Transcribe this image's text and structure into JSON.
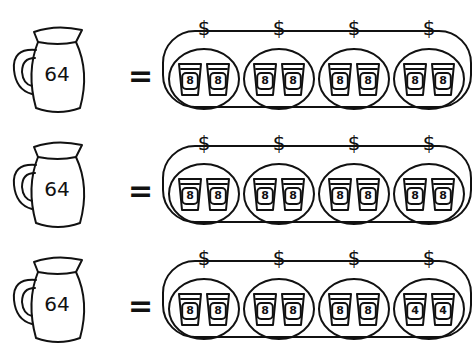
{
  "diagram": {
    "nodes": [
      {
        "text": [
          "64"
        ]
      },
      {
        "text": [
          "$"
        ]
      },
      {
        "text": [
          "8"
        ],
        "in": 1
      },
      {
        "text": [
          "8"
        ],
        "in": 1
      },
      {
        "text": [
          "$"
        ]
      },
      {
        "text": [
          "8"
        ],
        "in": 4
      },
      {
        "text": [
          "8"
        ],
        "in": 4
      },
      {
        "text": [
          "$"
        ]
      },
      {
        "text": [
          "8"
        ],
        "in": 7
      },
      {
        "text": [
          "8"
        ],
        "in": 7
      },
      {
        "text": [
          "$"
        ]
      },
      {
        "text": [
          "8"
        ],
        "in": 10
      },
      {
        "text": [
          "8"
        ],
        "in": 10
      },
      {
        "text": [
          "64"
        ]
      },
      {
        "text": [
          "$"
        ]
      },
      {
        "text": [
          "8"
        ],
        "in": 14
      },
      {
        "text": [
          "8"
        ],
        "in": 14
      },
      {
        "text": [
          "$"
        ]
      },
      {
        "text": [
          "8"
        ],
        "in": 17
      },
      {
        "text": [
          "8"
        ],
        "in": 17
      },
      {
        "text": [
          "$"
        ]
      },
      {
        "text": [
          "8"
        ],
        "in": 20
      },
      {
        "text": [
          "8"
        ],
        "in": 20
      },
      {
        "text": [
          "$"
        ]
      },
      {
        "text": [
          "8"
        ],
        "in": 23
      },
      {
        "text": [
          "8"
        ],
        "in": 23
      },
      {
        "text": [
          "64"
        ]
      },
      {
        "text": [
          "$"
        ]
      },
      {
        "text": [
          "8"
        ],
        "in": 27
      },
      {
        "text": [
          "8"
        ],
        "in": 27
      },
      {
        "text": [
          "$"
        ]
      },
      {
        "text": [
          "8"
        ],
        "in": 30
      },
      {
        "text": [
          "8"
        ],
        "in": 30
      },
      {
        "text": [
          "$"
        ]
      },
      {
        "text": [
          "8"
        ],
        "in": 33
      },
      {
        "text": [
          "8"
        ],
        "in": 33
      },
      {
        "text": [
          "$"
        ]
      },
      {
        "text": [
          "4"
        ],
        "in": 36
      },
      {
        "text": [
          "4"
        ],
        "in": 36
      }
    ],
    "labels": [
      "=",
      "=",
      "="
    ]
  }
}
